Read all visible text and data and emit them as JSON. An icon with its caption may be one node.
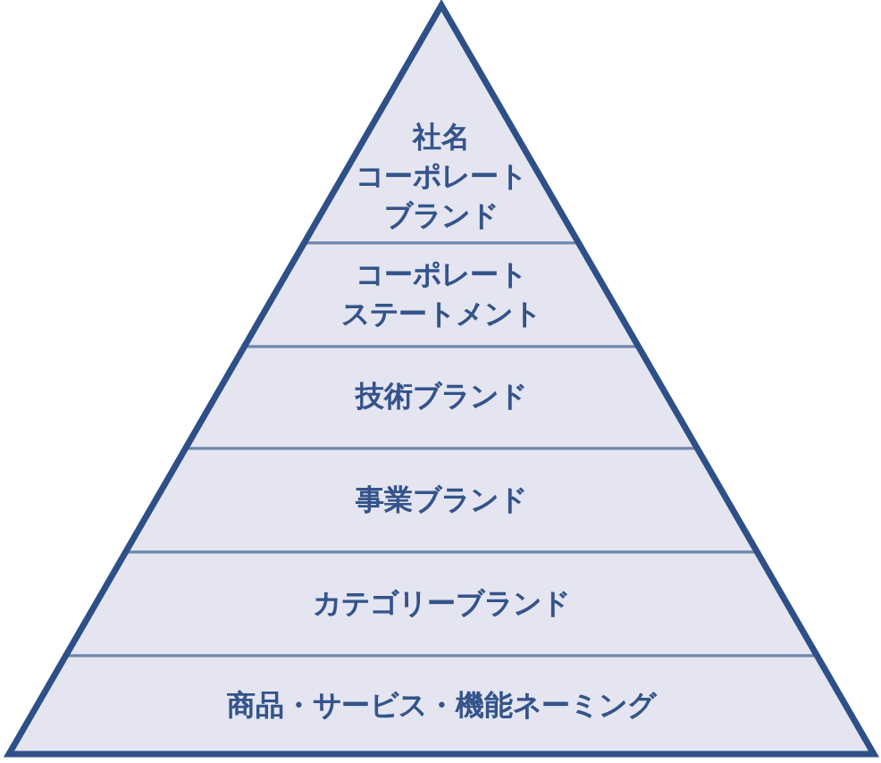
{
  "diagram": {
    "nodes": [
      {
        "text": [
          "社名コーポレートブランド"
        ]
      },
      {
        "text": [
          "コーポレートステートメント"
        ]
      },
      {
        "text": [
          "技術ブランド"
        ]
      },
      {
        "text": [
          "事業ブランド"
        ]
      },
      {
        "text": [
          "カテゴリーブランド"
        ]
      },
      {
        "text": [
          "商品・サービス・機能ネーミング"
        ]
      }
    ]
  }
}
